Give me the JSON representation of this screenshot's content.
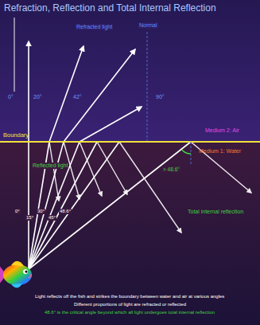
{
  "diagram": {
    "title": "Refraction, Reflection and Total Internal Reflection",
    "labels": [
      "Refracted light",
      "Normal",
      "0°",
      "20°",
      "42°",
      "90°",
      "Boundary",
      "Medium 2: Air",
      "Medium 1: Water",
      "Reflected light",
      "> 48.6°",
      "0°",
      "15°",
      "30°",
      "45°",
      "48.6°",
      "Total internal reflection",
      "Light reflects off the fish and strikes the boundary between water and air at various angles",
      "Different proportions of light are refracted or reflected",
      "48.6° is the critical angle beyond which all light undergoes total internal reflection"
    ]
  }
}
